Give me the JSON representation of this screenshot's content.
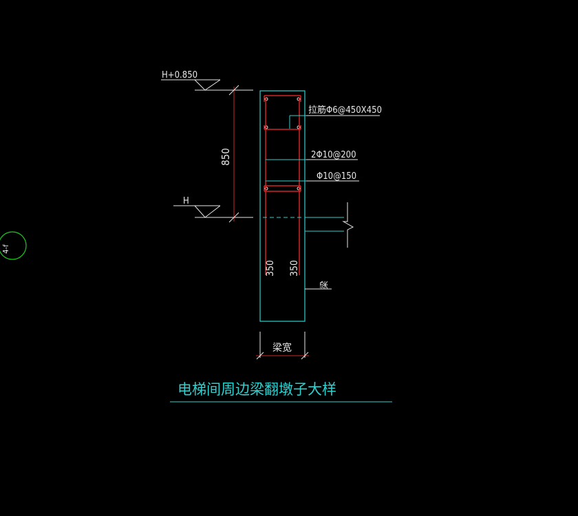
{
  "colors": {
    "background": "#000000",
    "cyan": "#2fd0d0",
    "red": "#d02626",
    "white": "#e8e8e8",
    "green": "#1ec81e"
  },
  "labels": {
    "level_top": "H+0.850",
    "level_base": "H",
    "dim_height": "850",
    "tie_bar": "拉筋Φ6@450X450",
    "long_bars": "2Φ10@200",
    "stirrup": "Φ10@150",
    "anchor_left": "350",
    "anchor_right": "350",
    "beam": "梁",
    "beam_width": "梁宽",
    "title": "电梯间周边梁翻墩子大样",
    "section_mark": "4-f"
  },
  "icons": {
    "level_marker": "elevation-triangle-icon",
    "break_line": "break-line-icon",
    "section_circle": "section-circle-icon"
  }
}
